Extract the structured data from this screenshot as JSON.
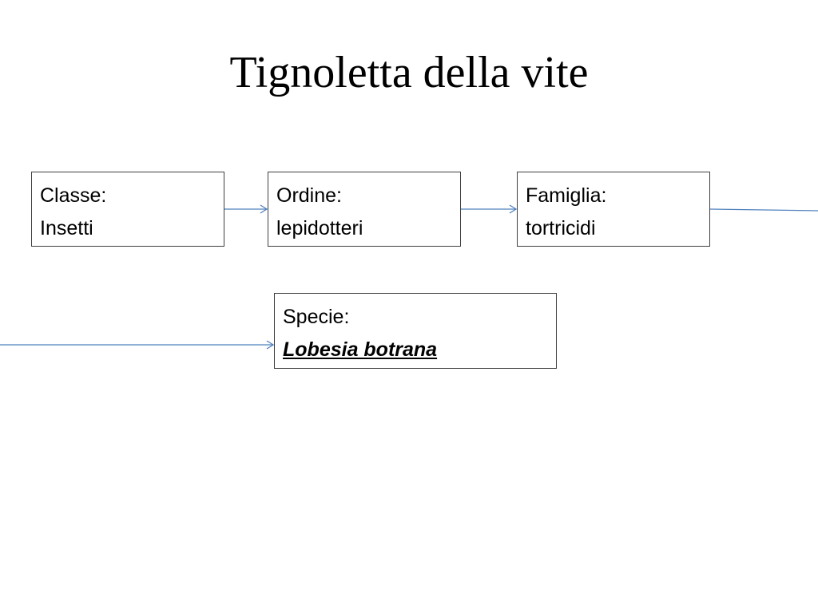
{
  "title": "Tignoletta della vite",
  "boxes": {
    "classe": {
      "label": "Classe:",
      "value": "Insetti"
    },
    "ordine": {
      "label": "Ordine:",
      "value": "lepidotteri"
    },
    "famiglia": {
      "label": "Famiglia:",
      "value": "tortricidi"
    },
    "specie": {
      "label": "Specie:",
      "value": "Lobesia botrana"
    }
  },
  "colors": {
    "connector": "#4f81bd",
    "box_border": "#3f3f3f"
  }
}
